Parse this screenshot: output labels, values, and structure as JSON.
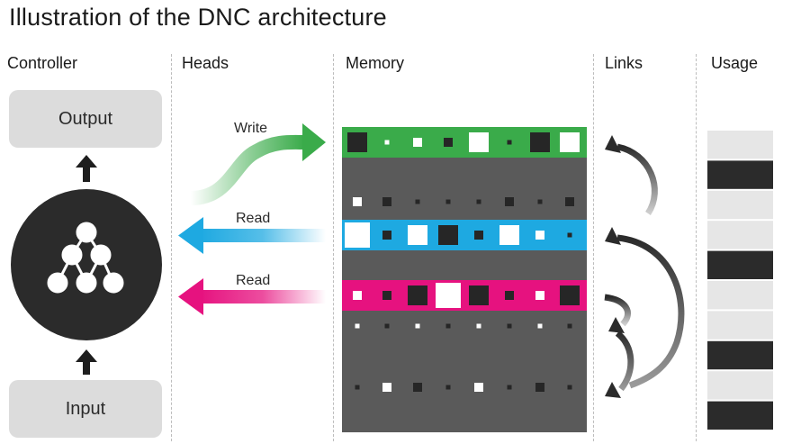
{
  "title": "Illustration of the DNC architecture",
  "columns": {
    "controller": "Controller",
    "heads": "Heads",
    "memory": "Memory",
    "links": "Links",
    "usage": "Usage"
  },
  "controller": {
    "output_label": "Output",
    "input_label": "Input"
  },
  "heads": {
    "write_label": "Write",
    "read1_label": "Read",
    "read2_label": "Read"
  },
  "colors": {
    "write": "#3aab4a",
    "read1": "#1ea9e1",
    "read2": "#e6127f",
    "memory_bg": "#5a5a5a",
    "controller_fill": "#2b2b2b",
    "box_fill": "#dcdcdc",
    "usage_dark": "#2b2b2b",
    "usage_light": "#e6e6e6"
  },
  "memory_rows": [
    {
      "highlight": "write",
      "cells": [
        "dark-large",
        "white-tiny",
        "white-small",
        "dark-small",
        "white-large",
        "dark-tiny",
        "dark-large",
        "white-large"
      ]
    },
    {
      "highlight": "none",
      "cells": [
        "white-small",
        "dark-small",
        "dark-tiny",
        "dark-tiny",
        "dark-tiny",
        "dark-small",
        "dark-tiny",
        "dark-small"
      ]
    },
    {
      "highlight": "read1",
      "cells": [
        "white-xl",
        "dark-small",
        "white-large",
        "dark-large",
        "dark-small",
        "white-large",
        "white-small",
        "dark-tiny"
      ]
    },
    {
      "highlight": "read2",
      "cells": [
        "white-small",
        "dark-small",
        "dark-large",
        "white-xl",
        "dark-large",
        "dark-small",
        "white-small",
        "dark-large"
      ]
    },
    {
      "highlight": "none",
      "cells": [
        "white-tiny",
        "dark-tiny",
        "white-tiny",
        "dark-tiny",
        "white-tiny",
        "dark-tiny",
        "white-tiny",
        "dark-tiny"
      ]
    },
    {
      "highlight": "none",
      "cells": [
        "dark-tiny",
        "white-small",
        "dark-small",
        "dark-tiny",
        "white-small",
        "dark-tiny",
        "dark-small",
        "dark-tiny"
      ]
    }
  ],
  "usage": [
    "light",
    "dark",
    "light",
    "light",
    "dark",
    "light",
    "light",
    "dark",
    "light",
    "dark"
  ]
}
